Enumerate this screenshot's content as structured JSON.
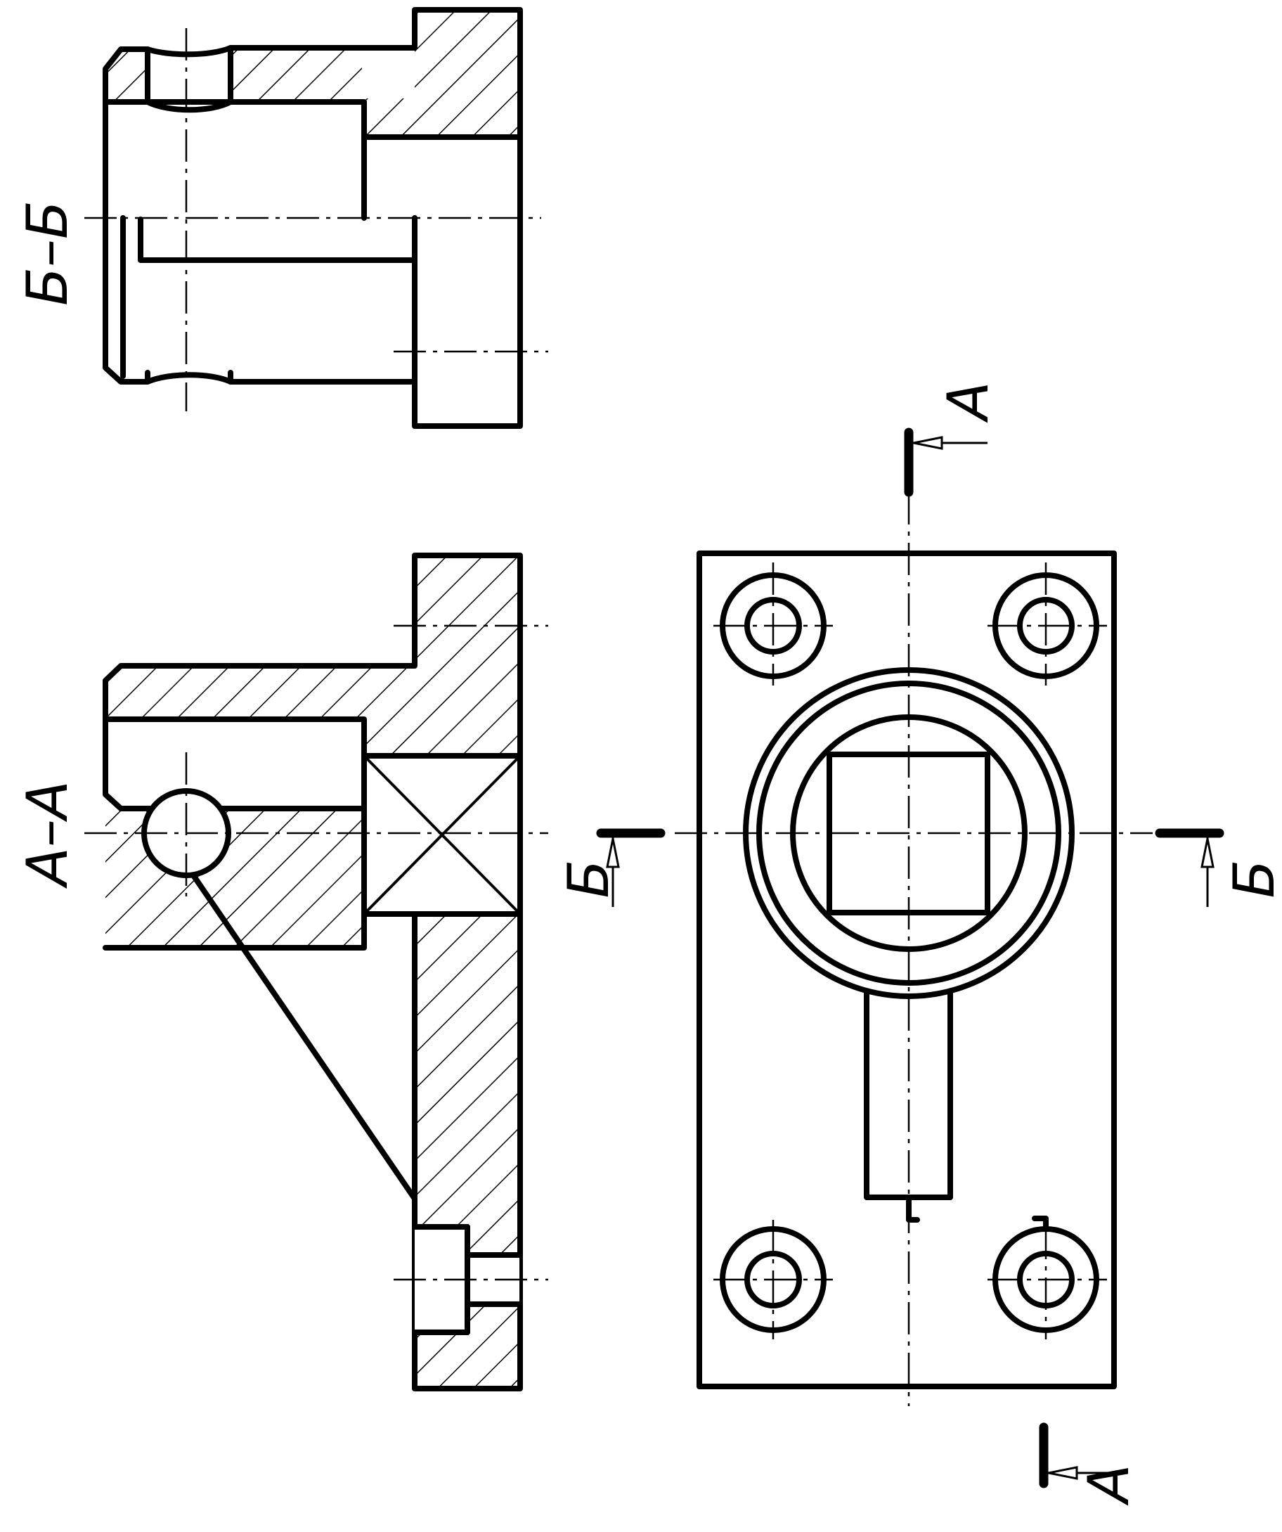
{
  "labels": {
    "section_aa_title": "А–А",
    "section_bb_title": "Б–Б",
    "cut_a_top": "А",
    "cut_a_bottom": "А",
    "cut_b_left": "Б",
    "cut_b_right": "Б"
  },
  "colors": {
    "line": "#000000",
    "background": "#ffffff"
  }
}
